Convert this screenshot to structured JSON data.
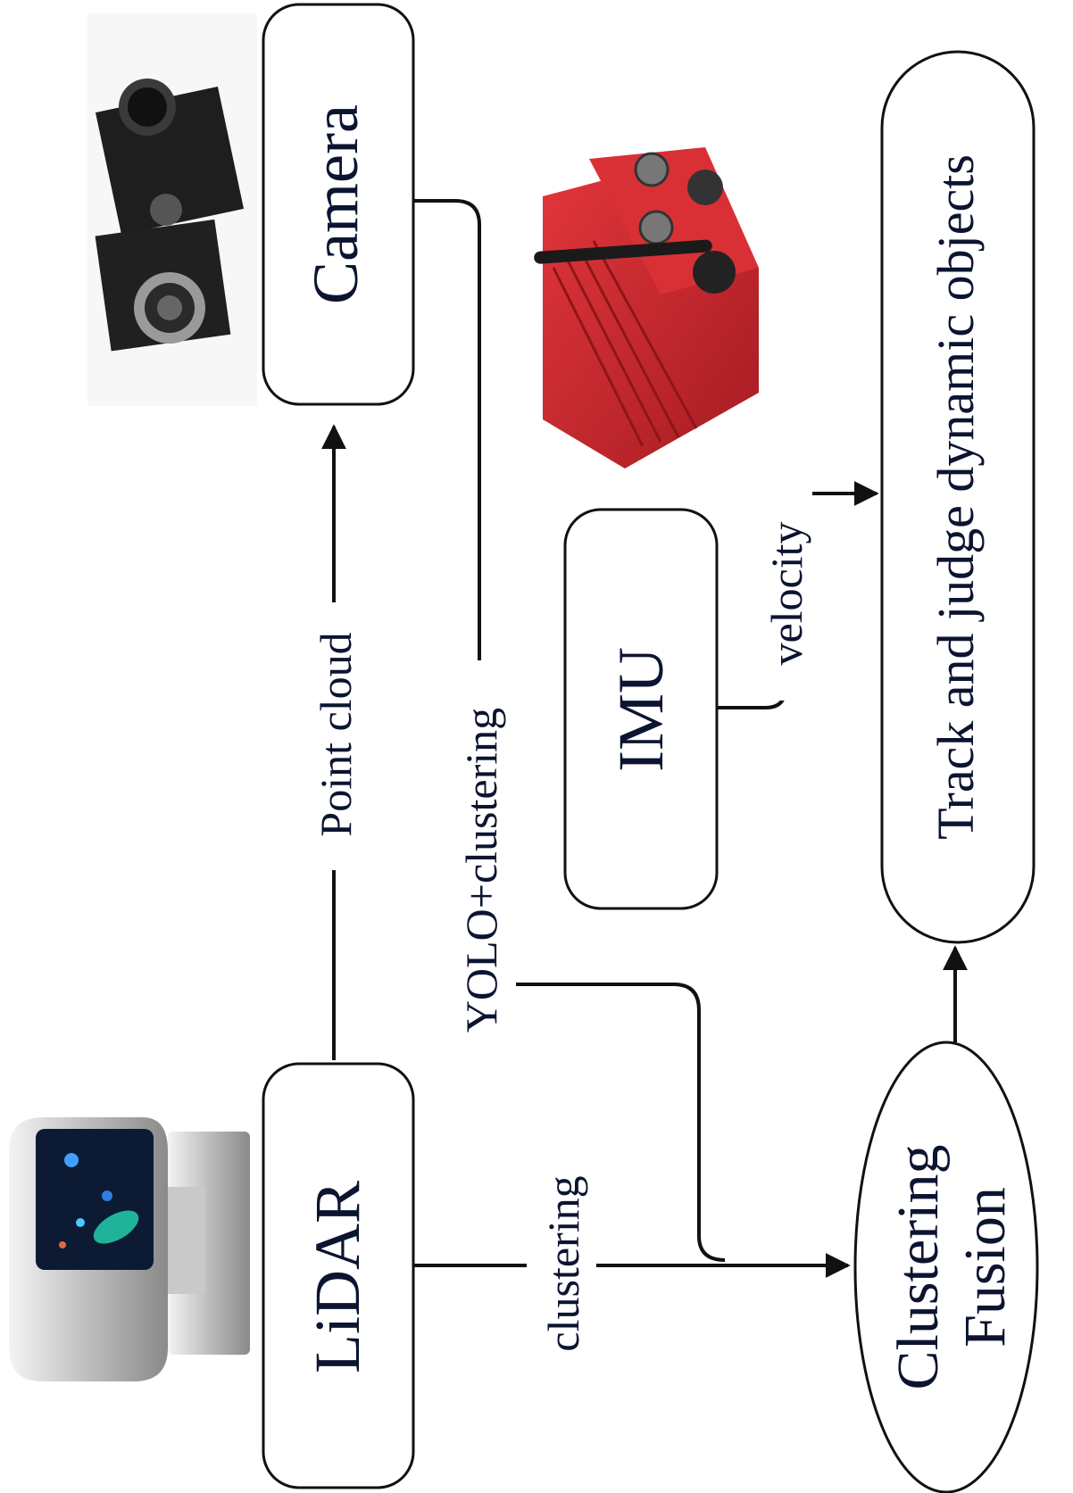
{
  "nodes": {
    "camera": "Camera",
    "lidar": "LiDAR",
    "imu": "IMU",
    "track": "Track and judge dynamic objects",
    "fusion_line1": "Clustering",
    "fusion_line2": "Fusion"
  },
  "edges": {
    "point_cloud": "Point cloud",
    "yolo_clustering": "YOLO+clustering",
    "clustering": "clustering",
    "velocity": "velocity"
  },
  "images": {
    "camera_photo": "industrial-camera-icon",
    "lidar_photo": "lidar-sensor-icon",
    "imu_photo": "red-imu-device-icon"
  },
  "colors": {
    "text": "#0b1430",
    "stroke": "#111111",
    "imu_body": "#c8262d"
  }
}
